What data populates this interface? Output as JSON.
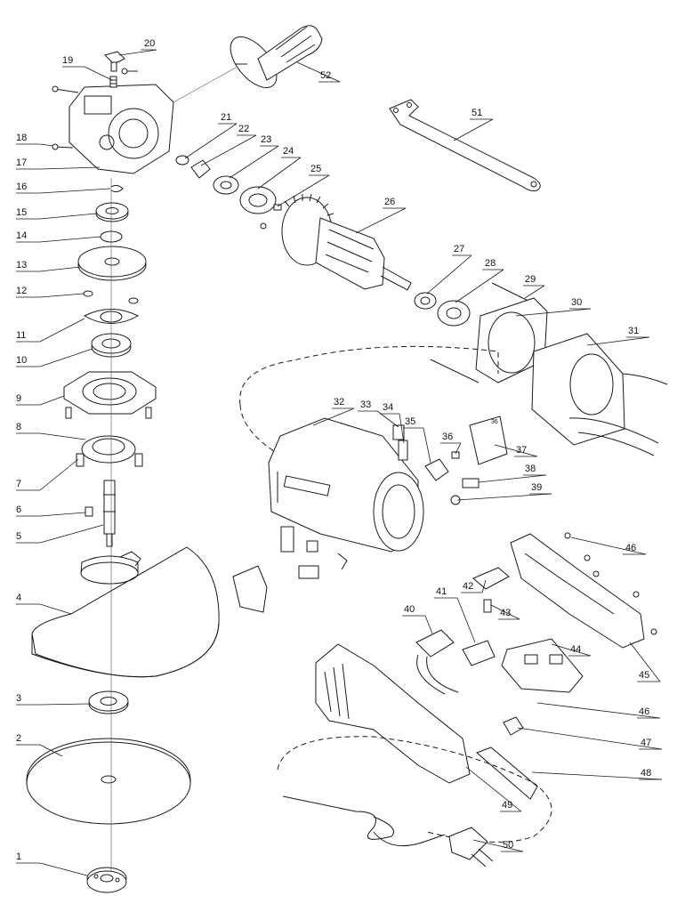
{
  "callouts": [
    {
      "id": "1",
      "label": "1"
    },
    {
      "id": "2",
      "label": "2"
    },
    {
      "id": "3",
      "label": "3"
    },
    {
      "id": "4",
      "label": "4"
    },
    {
      "id": "5",
      "label": "5"
    },
    {
      "id": "6",
      "label": "6"
    },
    {
      "id": "7",
      "label": "7"
    },
    {
      "id": "8",
      "label": "8"
    },
    {
      "id": "9",
      "label": "9"
    },
    {
      "id": "10",
      "label": "10"
    },
    {
      "id": "11",
      "label": "11"
    },
    {
      "id": "12",
      "label": "12"
    },
    {
      "id": "13",
      "label": "13"
    },
    {
      "id": "14",
      "label": "14"
    },
    {
      "id": "15",
      "label": "15"
    },
    {
      "id": "16",
      "label": "16"
    },
    {
      "id": "17",
      "label": "17"
    },
    {
      "id": "18",
      "label": "18"
    },
    {
      "id": "19",
      "label": "19"
    },
    {
      "id": "20",
      "label": "20"
    },
    {
      "id": "21",
      "label": "21"
    },
    {
      "id": "22",
      "label": "22"
    },
    {
      "id": "23",
      "label": "23"
    },
    {
      "id": "24",
      "label": "24"
    },
    {
      "id": "25",
      "label": "25"
    },
    {
      "id": "26",
      "label": "26"
    },
    {
      "id": "27",
      "label": "27"
    },
    {
      "id": "28",
      "label": "28"
    },
    {
      "id": "29",
      "label": "29"
    },
    {
      "id": "30",
      "label": "30"
    },
    {
      "id": "31",
      "label": "31"
    },
    {
      "id": "32",
      "label": "32"
    },
    {
      "id": "33",
      "label": "33"
    },
    {
      "id": "34",
      "label": "34"
    },
    {
      "id": "35",
      "label": "35"
    },
    {
      "id": "36",
      "label": "36"
    },
    {
      "id": "37",
      "label": "37"
    },
    {
      "id": "38",
      "label": "38"
    },
    {
      "id": "39",
      "label": "39"
    },
    {
      "id": "40",
      "label": "40"
    },
    {
      "id": "41",
      "label": "41"
    },
    {
      "id": "42",
      "label": "42"
    },
    {
      "id": "43",
      "label": "43"
    },
    {
      "id": "44",
      "label": "44"
    },
    {
      "id": "45",
      "label": "45"
    },
    {
      "id": "46a",
      "label": "46"
    },
    {
      "id": "46b",
      "label": "46"
    },
    {
      "id": "47",
      "label": "47"
    },
    {
      "id": "48",
      "label": "48"
    },
    {
      "id": "49",
      "label": "49"
    },
    {
      "id": "50",
      "label": "50"
    },
    {
      "id": "51",
      "label": "51"
    },
    {
      "id": "52",
      "label": "52"
    }
  ],
  "brand_mark": "",
  "small_mark_36": "36"
}
